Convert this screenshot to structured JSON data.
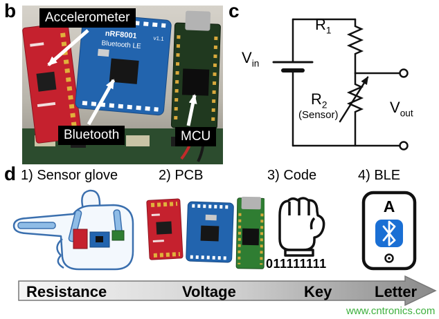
{
  "panels": {
    "b": "b",
    "c": "c",
    "d": "d"
  },
  "photo": {
    "accelerometer_label": "Accelerometer",
    "bluetooth_label": "Bluetooth",
    "mcu_label": "MCU",
    "board_line1": "nRF8001",
    "board_line2": "Bluetooth LE",
    "board_version": "v1.1"
  },
  "circuit": {
    "v": "V",
    "in_sub": "in",
    "out_sub": "out",
    "r": "R",
    "r1_sub": "1",
    "r2_sub": "2",
    "sensor_note": "(Sensor)"
  },
  "workflow": {
    "step1": "1) Sensor glove",
    "step2": "2) PCB",
    "step3": "3) Code",
    "step4": "4) BLE",
    "binary": "011111111",
    "phone_letter": "A"
  },
  "flow_arrow": {
    "labels": [
      "Resistance",
      "Voltage",
      "Key",
      "Letter"
    ]
  },
  "watermark": "www.cntronics.com",
  "colors": {
    "board_red": "#c5212e",
    "board_blue": "#2264ae",
    "board_green": "#2f7d32",
    "bluetooth_blue": "#1a6fd4",
    "watermark_green": "#3db03d"
  }
}
